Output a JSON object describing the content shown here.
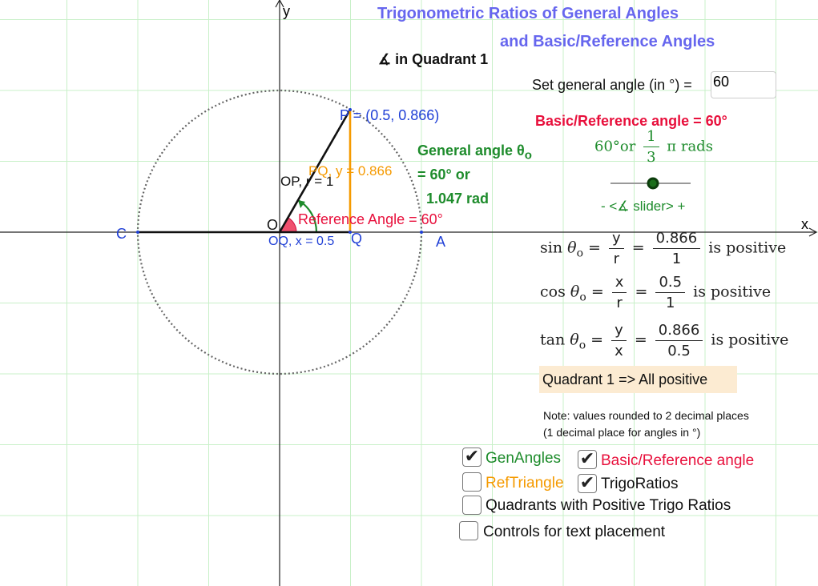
{
  "title": {
    "line1": "Trigonometric Ratios of General Angles",
    "line2": "and Basic/Reference Angles"
  },
  "quadrant_heading": "∡ in Quadrant 1",
  "axes": {
    "x_label": "x",
    "y_label": "y"
  },
  "points": {
    "O": "O",
    "Q": "Q",
    "A": "A",
    "C": "C",
    "P_label": "P = (0.5, 0.866)"
  },
  "segments": {
    "OP": "OP, r = 1",
    "PQ": "PQ,  y = 0.866",
    "OQ": "OQ, x = 0.5"
  },
  "reference_angle_label": "Reference Angle = 60°",
  "general_angle": {
    "title": "General angle θ",
    "subscript": "o",
    "degrees": "= 60°  or",
    "radians": "1.047 rad"
  },
  "input": {
    "label": "Set general angle (in °) =",
    "value": "60"
  },
  "basic_angle_label": "Basic/Reference angle = 60°",
  "rads": {
    "deg": "60°or",
    "num": "1",
    "den": "3",
    "suffix": "π rads"
  },
  "slider": {
    "label": "- <∡ slider> +",
    "value": 60,
    "min": 0,
    "max": 360
  },
  "ratios": [
    {
      "fn": "sin",
      "var": "θ",
      "sub": "o",
      "sym_num": "y",
      "sym_den": "r",
      "val_num": "0.866",
      "val_den": "1",
      "sign": "is positive"
    },
    {
      "fn": "cos",
      "var": "θ",
      "sub": "o",
      "sym_num": "x",
      "sym_den": "r",
      "val_num": "0.5",
      "val_den": "1",
      "sign": "is positive"
    },
    {
      "fn": "tan",
      "var": "θ",
      "sub": "o",
      "sym_num": "y",
      "sym_den": "x",
      "val_num": "0.866",
      "val_den": "0.5",
      "sign": "is positive"
    }
  ],
  "quadrant_box": "Quadrant 1 =>  All positive",
  "note": {
    "line1": "Note: values rounded to 2 decimal places",
    "line2": "(1 decimal place for angles in °)"
  },
  "checkboxes": {
    "gen_angles": {
      "label": "GenAngles",
      "checked": true
    },
    "basic_ref": {
      "label": "Basic/Reference angle",
      "checked": true
    },
    "ref_triangle": {
      "label": "RefTriangle",
      "checked": false
    },
    "trigo_ratios": {
      "label": "TrigoRatios",
      "checked": true
    },
    "quadrants": {
      "label": "Quadrants with Positive Trigo Ratios",
      "checked": false
    },
    "text_placement": {
      "label": "Controls for text placement",
      "checked": false
    }
  },
  "colors": {
    "grid": "#c8f0c8",
    "title": "#6666ee",
    "blue": "#1f3fd6",
    "orange": "#f59a00",
    "green": "#1e8c2c",
    "red": "#e8103c",
    "quadrant_box_bg": "#fcebd2"
  }
}
